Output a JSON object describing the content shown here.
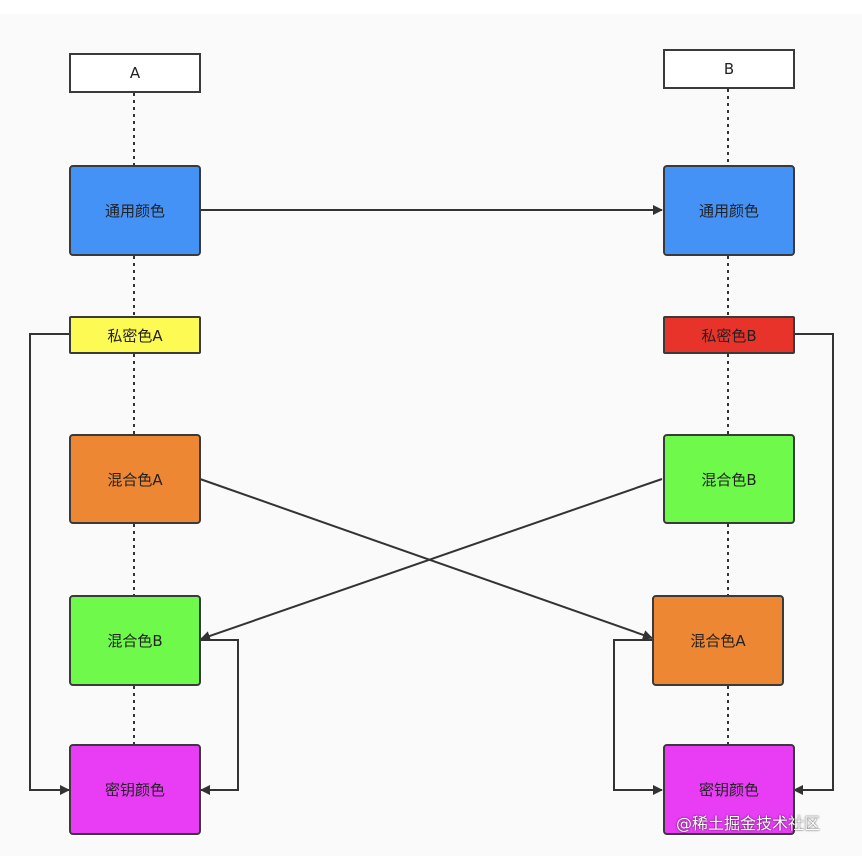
{
  "colors": {
    "header": "#ffffff",
    "general": "#4592f7",
    "private_a": "#fdfb53",
    "private_b": "#e8332a",
    "mix_a": "#ee8733",
    "mix_b": "#6ff94a",
    "secret": "#e83cf5",
    "line": "#333333"
  },
  "left": {
    "header": "A",
    "general": "通用颜色",
    "private": "私密色A",
    "mix_own": "混合色A",
    "mix_received": "混合色B",
    "secret": "密钥颜色"
  },
  "right": {
    "header": "B",
    "general": "通用颜色",
    "private": "私密色B",
    "mix_own": "混合色B",
    "mix_received": "混合色A",
    "secret": "密钥颜色"
  },
  "watermark": "@稀土掘金技术社区"
}
